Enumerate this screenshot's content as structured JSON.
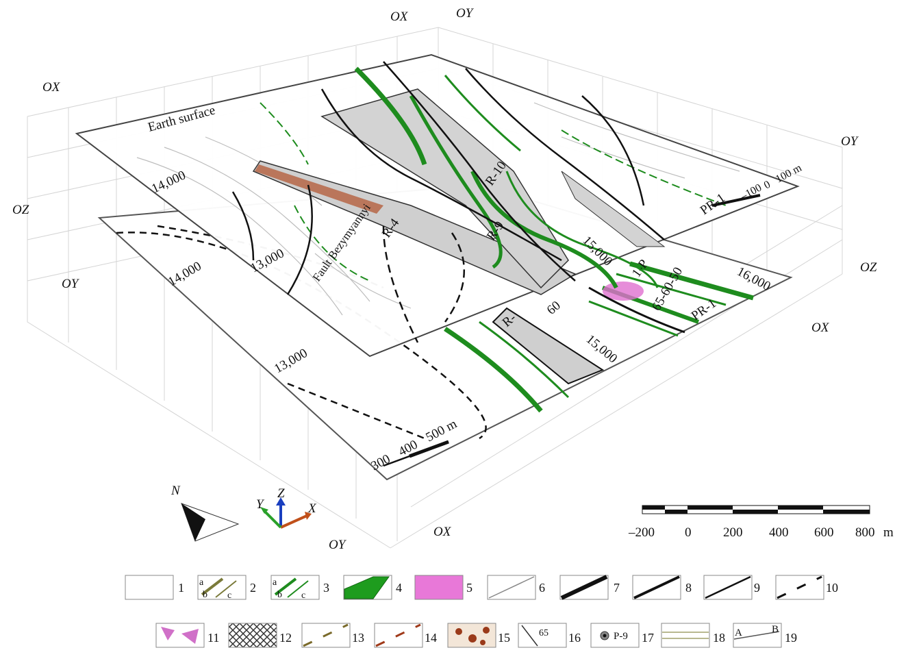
{
  "axes": {
    "ox": "OX",
    "oy": "OY",
    "oz": "OZ"
  },
  "surface_label": "Earth surface",
  "upper_plane": {
    "ticks": [
      "14,000",
      "13,000",
      "15,000"
    ],
    "wells": [
      "R-10",
      "R-9",
      "R-4",
      "PR-1"
    ],
    "fault": "Fault Bezymyannyi",
    "scale": [
      "–100",
      "0",
      "100 m"
    ]
  },
  "lower_plane": {
    "ticks": [
      "14,000",
      "13,000",
      "15,000",
      "16,000"
    ],
    "wells": [
      "R-",
      "1-P",
      "PR-1"
    ],
    "dips": [
      "60",
      "65-60-50"
    ],
    "scale": [
      "300",
      "400",
      "500 m"
    ]
  },
  "compass": {
    "north": "N"
  },
  "triad": {
    "x": "X",
    "y": "Y",
    "z": "Z"
  },
  "scale_bar": {
    "labels": [
      "–200",
      "0",
      "200",
      "400",
      "600",
      "800"
    ],
    "unit": "m"
  },
  "legend": [
    {
      "n": "1"
    },
    {
      "n": "2",
      "sub": [
        "a",
        "b",
        "c"
      ]
    },
    {
      "n": "3",
      "sub": [
        "a",
        "b",
        "c"
      ]
    },
    {
      "n": "4"
    },
    {
      "n": "5"
    },
    {
      "n": "6"
    },
    {
      "n": "7"
    },
    {
      "n": "8"
    },
    {
      "n": "9"
    },
    {
      "n": "10"
    },
    {
      "n": "11"
    },
    {
      "n": "12"
    },
    {
      "n": "13"
    },
    {
      "n": "14"
    },
    {
      "n": "15"
    },
    {
      "n": "16",
      "text": "65"
    },
    {
      "n": "17",
      "text": "P-9"
    },
    {
      "n": "18"
    },
    {
      "n": "19",
      "text": [
        "A",
        "B"
      ]
    }
  ],
  "colors": {
    "green": "#1e8c1e",
    "black": "#111111",
    "pink": "#e070d0",
    "brown": "#8a5a2a",
    "contour": "#b8b8b8",
    "grid": "#d0d0d0"
  }
}
